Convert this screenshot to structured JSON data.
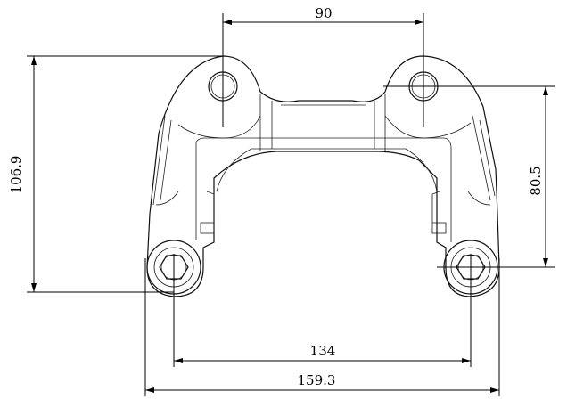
{
  "drawing": {
    "dimensions": {
      "top_hole_spacing": "90",
      "overall_height": "106.9",
      "hole_vertical_spacing": "80.5",
      "bottom_bolt_spacing": "134",
      "overall_width": "159.3"
    },
    "colors": {
      "line": "#000000",
      "background": "#ffffff"
    }
  }
}
